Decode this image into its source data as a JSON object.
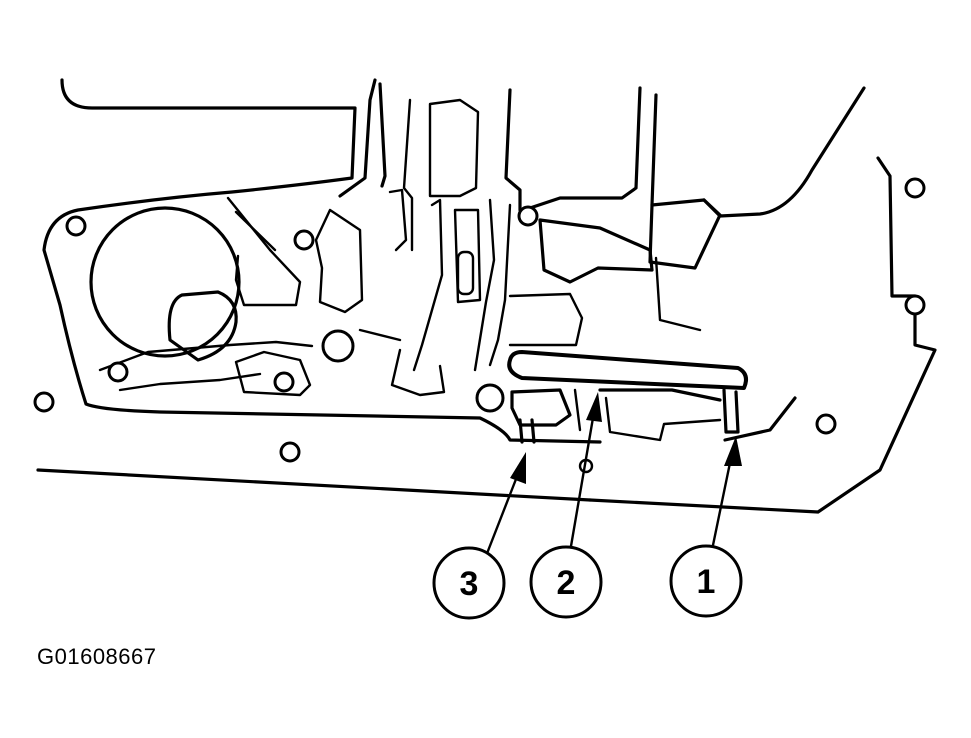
{
  "figure_code": "G01608667",
  "callouts": [
    {
      "label": "1"
    },
    {
      "label": "2"
    },
    {
      "label": "3"
    }
  ],
  "colors": {
    "ink": "#000000",
    "paper": "#ffffff"
  }
}
